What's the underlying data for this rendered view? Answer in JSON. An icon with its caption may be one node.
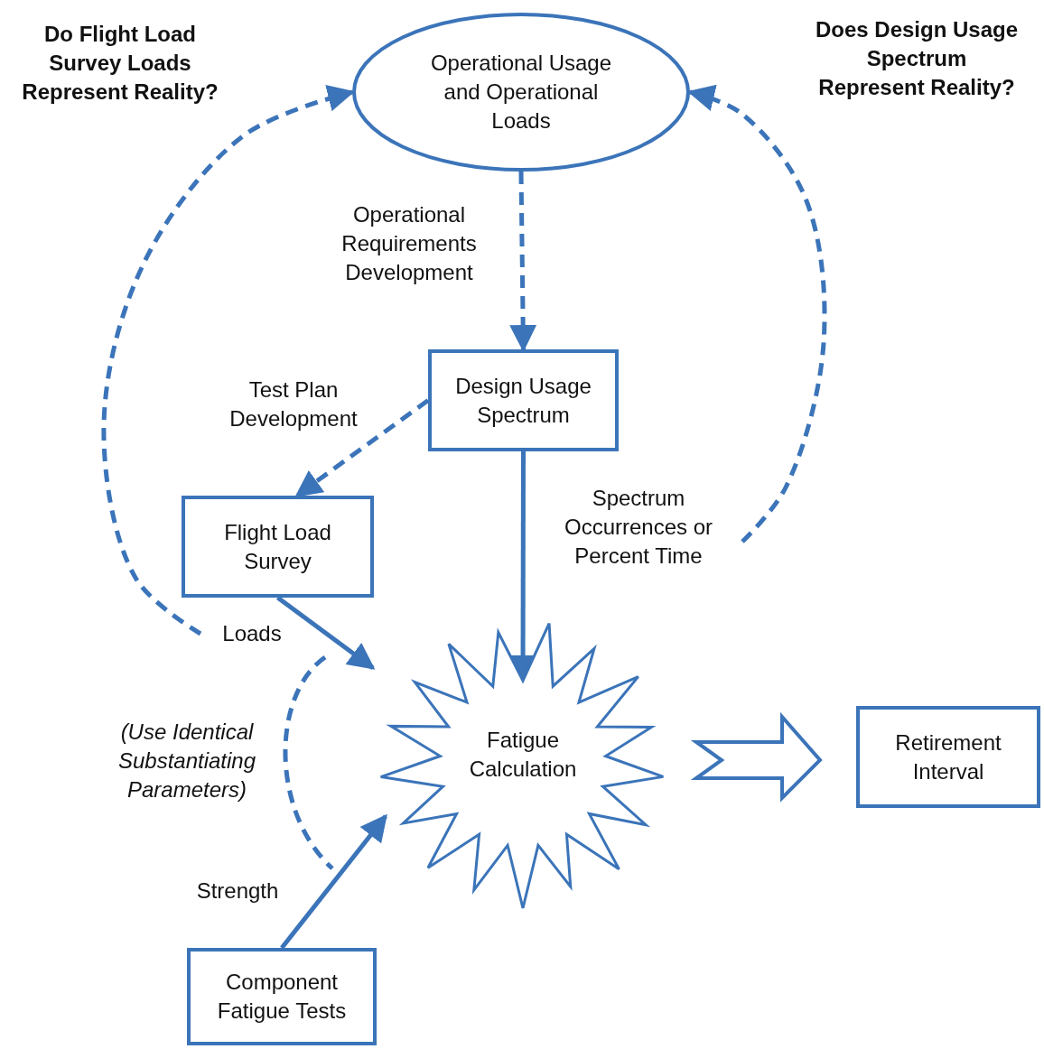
{
  "diagram": {
    "nodes": [
      {
        "text": [
          "Operational Usage and Operational Loads"
        ]
      },
      {
        "text": [
          "Design Usage Spectrum"
        ]
      },
      {
        "text": [
          "Flight Load Survey"
        ]
      },
      {
        "text": [
          "Fatigue Calculation"
        ]
      },
      {
        "text": [
          "Retirement Interval"
        ]
      },
      {
        "text": [
          "Component Fatigue Tests"
        ]
      }
    ],
    "edges": [
      {
        "from": 0,
        "to": 1,
        "arrow": "to",
        "style": "dashed",
        "label": "Operational Requirements Development"
      },
      {
        "from": 1,
        "to": 2,
        "arrow": "to",
        "style": "dashed",
        "label": "Test Plan Development"
      },
      {
        "from": 1,
        "to": 3,
        "arrow": "to",
        "label": "Spectrum Occurrences or Percent Time"
      },
      {
        "from": 2,
        "to": 3,
        "arrow": "to",
        "label": "Loads"
      },
      {
        "from": 5,
        "to": 3,
        "arrow": "to",
        "label": "Strength"
      },
      {
        "from": 3,
        "to": 4,
        "arrow": "to",
        "style": "thick"
      },
      {
        "from": null,
        "to": 0,
        "arrow": "to",
        "style": "dashed"
      },
      {
        "from": null,
        "to": 0,
        "arrow": "to",
        "style": "dashed"
      }
    ],
    "labels": [
      "Do Flight Load Survey Loads Represent Reality?",
      "Does Design Usage Spectrum Represent Reality?",
      "(Use Identical Substantiating Parameters)"
    ]
  }
}
